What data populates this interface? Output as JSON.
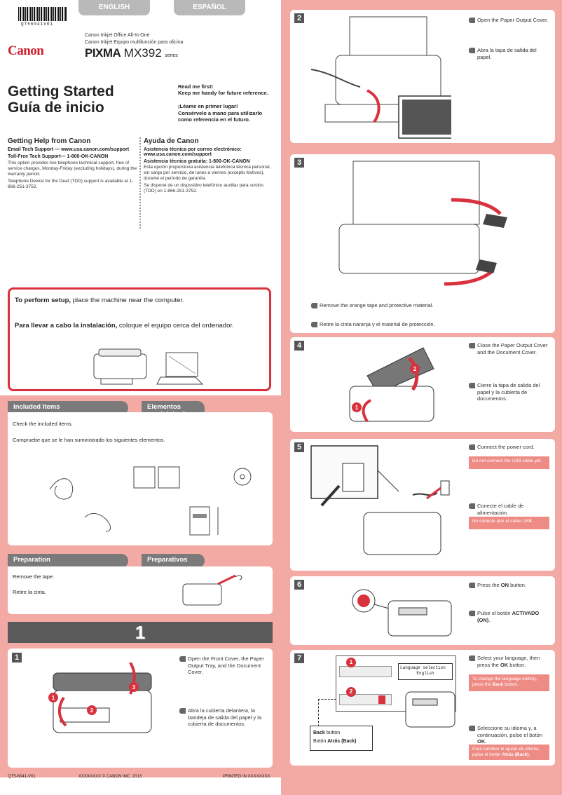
{
  "header": {
    "barcode_text": "QT56041V01",
    "tab_english": "ENGLISH",
    "tab_espanol": "ESPAÑOL",
    "brand": "Canon",
    "product_line1": "Canon Inkjet Office All-In-One",
    "product_line2": "Canon Inkjet Equipo multifunción para oficina",
    "model_pixma": "PIXMA",
    "model_number": "MX392",
    "model_series": "series"
  },
  "title": {
    "en": "Getting Started",
    "es": "Guía de inicio",
    "read_me_en_1": "Read me first!",
    "read_me_en_2": "Keep me handy for future reference.",
    "read_me_es_1": "¡Léame en primer lugar!",
    "read_me_es_2": "Consérvelo a mano para utilizarlo",
    "read_me_es_3": "como referencia en el futuro."
  },
  "help_en": {
    "heading": "Getting Help from Canon",
    "email": "Email Tech Support — www.usa.canon.com/support",
    "tollfree": "Toll-Free Tech Support— 1-800-OK-CANON",
    "body1": "This option provides live telephone technical support, free of service charges, Monday-Friday (excluding holidays), during the warranty period.",
    "body2": "Telephone Device for the Deaf (TDD) support is available at 1-866-251-3752."
  },
  "help_es": {
    "heading": "Ayuda de Canon",
    "email_1": "Asistencia técnica por correo electrónico:",
    "email_2": "www.usa.canon.com/support",
    "tollfree": "Asistencia técnica gratuita: 1-800-OK-CANON",
    "body1": "Esta opción proporciona asistencia telefónica técnica personal, sin cargo por servicio, de lunes a viernes (excepto festivos), durante el período de garantía.",
    "body2": "Se dispone de un dispositivo telefónico auxiliar para sordos (TDD) en 1-866-251-3752."
  },
  "setup": {
    "en_bold": "To perform setup,",
    "en_rest": " place the machine near the computer.",
    "es_bold": "Para llevar a cabo la instalación,",
    "es_rest": " coloque el equipo cerca del ordenador."
  },
  "included": {
    "head_en": "Included Items",
    "head_es_1": "Elementos",
    "head_es_2": "suministrados",
    "text_en": "Check the included items.",
    "text_es": "Compruebe que se le han suministrado los siguientes elementos."
  },
  "preparation": {
    "head_en": "Preparation",
    "head_es": "Preparativos",
    "text_en": "Remove the tape.",
    "text_es": "Retire la cinta."
  },
  "big_step": "1",
  "step1": {
    "num": "1",
    "en": "Open the Front Cover, the Paper Output Tray, and the Document Cover.",
    "es": "Abra la cubierta delantera, la bandeja de salida del papel y la cubierta de documentos."
  },
  "footer": {
    "code": "QT5-6041-V01",
    "copyright": "XXXXXXXX © CANON INC. 2013",
    "printed": "PRINTED IN XXXXXXXX"
  },
  "step2": {
    "num": "2",
    "en": "Open the Paper Output Cover.",
    "es": "Abra la tapa de salida del papel."
  },
  "step3": {
    "num": "3",
    "en": "Remove the orange tape and protective material.",
    "es": "Retire la cinta naranja y el material de protección."
  },
  "step4": {
    "num": "4",
    "en": "Close the Paper Output Cover and the Document Cover.",
    "es": "Cierre la tapa de salida del papel y la cubierta de documentos."
  },
  "step5": {
    "num": "5",
    "en": "Connect the power cord.",
    "note_en": "Do not connect the USB cable yet.",
    "es": "Conecte el cable de alimentación.",
    "note_es": "No conecte aún el cable USB."
  },
  "step6": {
    "num": "6",
    "en_pre": "Press the ",
    "en_bold": "ON",
    "en_post": " button.",
    "es_pre": "Pulse el botón ",
    "es_bold": "ACTIVADO (ON)",
    "es_post": "."
  },
  "step7": {
    "num": "7",
    "en_pre": "Select your language, then press the ",
    "en_bold": "OK",
    "en_post": " button.",
    "note_en_pre": "To change the language setting, press the ",
    "note_en_bold": "Back",
    "note_en_post": " button.",
    "es_pre": "Seleccione su idioma y, a continuación, pulse el botón ",
    "es_bold": "OK",
    "es_post": ".",
    "note_es_pre": "Para cambiar el ajuste de idioma, pulse el botón ",
    "note_es_bold": "Atrás (Back)",
    "note_es_post": ".",
    "lcd_title": "Language selection",
    "lcd_value": "English",
    "back_en_bold": "Back",
    "back_en_rest": " button",
    "back_es_pre": "Botón ",
    "back_es_bold": "Atrás (Back)",
    "callout1": "1",
    "callout2": "2"
  },
  "callouts": {
    "c1": "1",
    "c2": "2",
    "c3": "3"
  }
}
